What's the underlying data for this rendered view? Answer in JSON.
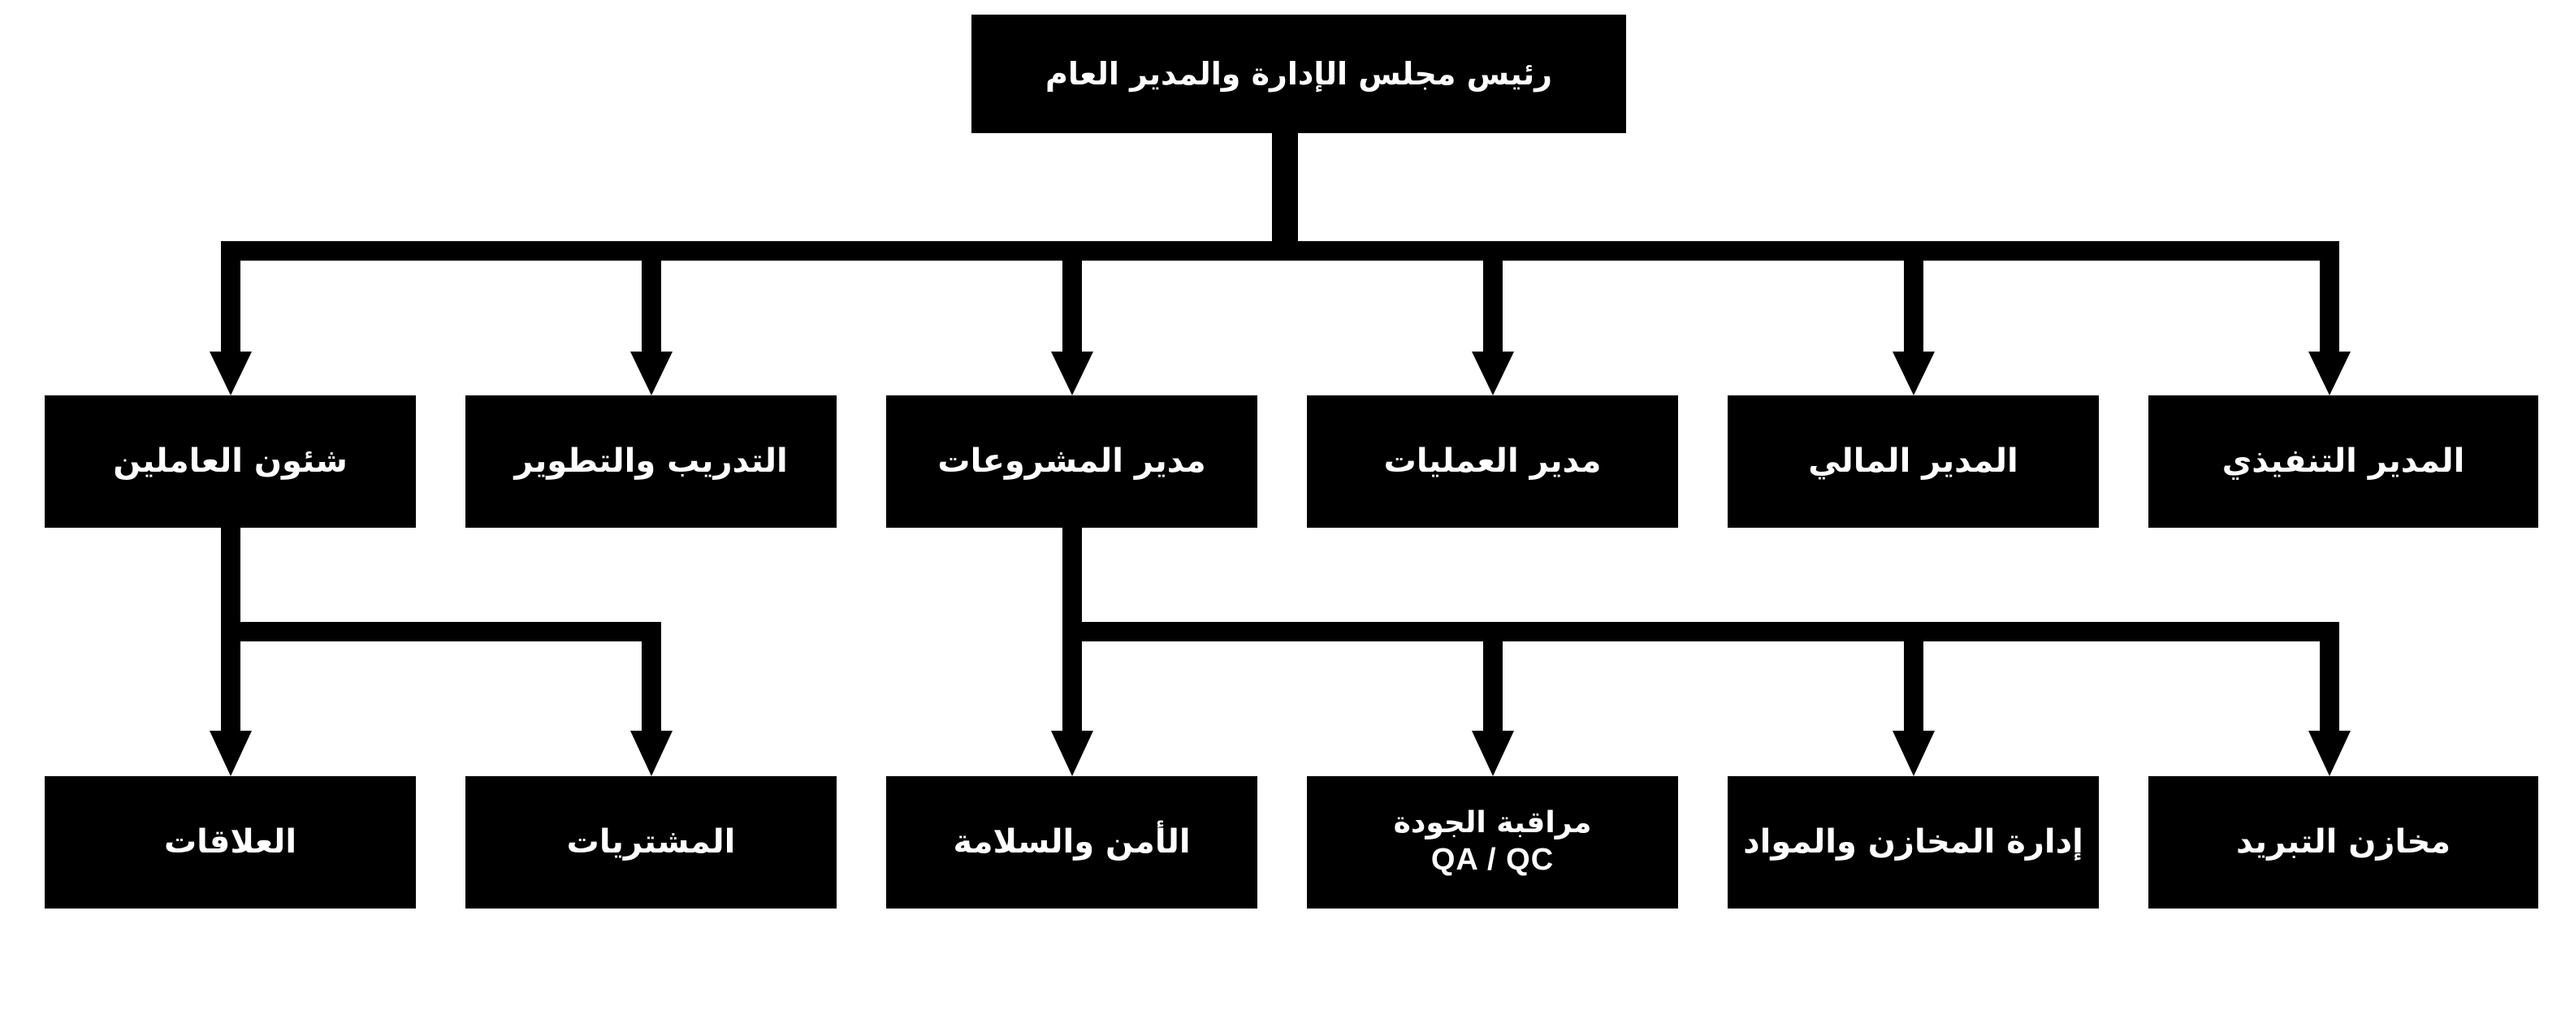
{
  "chart_data": {
    "type": "diagram",
    "diagram_kind": "organization-chart",
    "title": "",
    "language": "ar",
    "direction": "rtl",
    "colors": {
      "background": "#ffffff",
      "node_fill": "#000000",
      "node_text": "#ffffff",
      "connector": "#000000"
    },
    "levels": 3,
    "nodes": [
      {
        "id": "root",
        "label": "رئيس مجلس الإدارة والمدير العام",
        "level": 0,
        "parent": null
      },
      {
        "id": "exec",
        "label": "المدير التنفيذي",
        "level": 1,
        "parent": "root"
      },
      {
        "id": "finance",
        "label": "المدير المالي",
        "level": 1,
        "parent": "root"
      },
      {
        "id": "operations",
        "label": "مدير العمليات",
        "level": 1,
        "parent": "root"
      },
      {
        "id": "projects",
        "label": "مدير المشروعات",
        "level": 1,
        "parent": "root"
      },
      {
        "id": "training",
        "label": "التدريب والتطوير",
        "level": 1,
        "parent": "root"
      },
      {
        "id": "personnel",
        "label": "شئون العاملين",
        "level": 1,
        "parent": "root"
      },
      {
        "id": "cold-stores",
        "label": "مخازن التبريد",
        "level": 2,
        "parent": "projects"
      },
      {
        "id": "warehouse",
        "label": "إدارة المخازن والمواد",
        "level": 2,
        "parent": "projects"
      },
      {
        "id": "quality",
        "label": "مراقبة الجودة",
        "label_secondary": "QA / QC",
        "level": 2,
        "parent": "projects"
      },
      {
        "id": "safety",
        "label": "الأمن والسلامة",
        "level": 2,
        "parent": "projects"
      },
      {
        "id": "purchasing",
        "label": "المشتريات",
        "level": 2,
        "parent": "personnel"
      },
      {
        "id": "relations",
        "label": "العلاقات",
        "level": 2,
        "parent": "personnel"
      }
    ],
    "edges": [
      {
        "from": "root",
        "to": "exec"
      },
      {
        "from": "root",
        "to": "finance"
      },
      {
        "from": "root",
        "to": "operations"
      },
      {
        "from": "root",
        "to": "projects"
      },
      {
        "from": "root",
        "to": "training"
      },
      {
        "from": "root",
        "to": "personnel"
      },
      {
        "from": "projects",
        "to": "cold-stores"
      },
      {
        "from": "projects",
        "to": "warehouse"
      },
      {
        "from": "projects",
        "to": "quality"
      },
      {
        "from": "projects",
        "to": "safety"
      },
      {
        "from": "personnel",
        "to": "purchasing"
      },
      {
        "from": "personnel",
        "to": "relations"
      }
    ]
  },
  "nodes": {
    "root": {
      "label": "رئيس مجلس الإدارة والمدير العام"
    },
    "exec": {
      "label": "المدير التنفيذي"
    },
    "finance": {
      "label": "المدير المالي"
    },
    "operations": {
      "label": "مدير العمليات"
    },
    "projects": {
      "label": "مدير المشروعات"
    },
    "training": {
      "label": "التدريب والتطوير"
    },
    "personnel": {
      "label": "شئون العاملين"
    },
    "cold_stores": {
      "label": "مخازن التبريد"
    },
    "warehouse": {
      "label": "إدارة المخازن والمواد"
    },
    "quality": {
      "label": "مراقبة الجودة",
      "label_secondary": "QA / QC"
    },
    "safety": {
      "label": "الأمن والسلامة"
    },
    "purchasing": {
      "label": "المشتريات"
    },
    "relations": {
      "label": "العلاقات"
    }
  }
}
